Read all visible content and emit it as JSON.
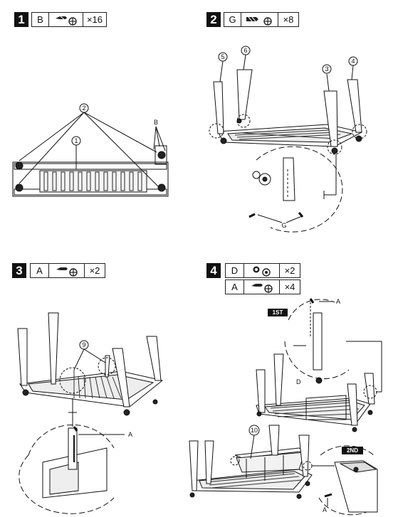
{
  "steps": [
    {
      "number": "1",
      "part": "B",
      "qty": "×16"
    },
    {
      "number": "2",
      "part": "G",
      "qty": "×8"
    },
    {
      "number": "3",
      "part": "A",
      "qty": "×2"
    },
    {
      "number": "4",
      "rows": [
        {
          "part": "D",
          "qty": "×2"
        },
        {
          "part": "A",
          "qty": "×4"
        }
      ]
    }
  ],
  "callouts": {
    "c1": "1",
    "c2": "2",
    "c3": "3",
    "c4": "4",
    "c5": "5",
    "c6": "6",
    "c9": "9",
    "c10": "10"
  },
  "labels": {
    "b": "B",
    "g": "G",
    "a": "A",
    "d": "D",
    "first": "1ST",
    "second": "2ND"
  }
}
